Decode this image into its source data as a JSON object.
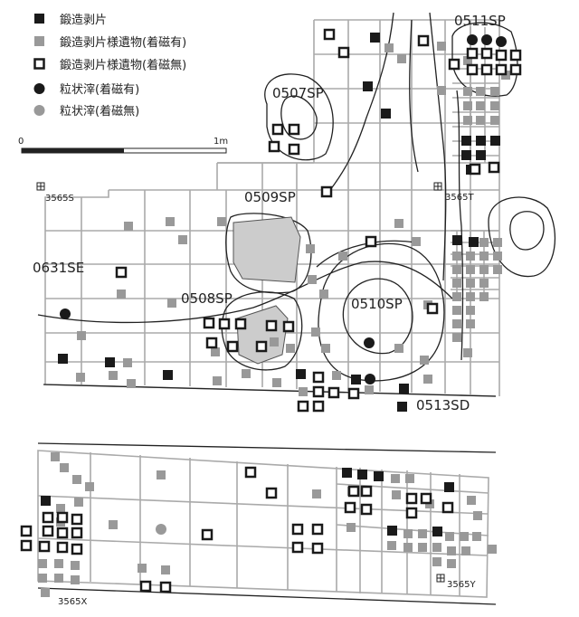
{
  "legend": {
    "items": [
      {
        "key": "black-square",
        "label": "鍛造剥片"
      },
      {
        "key": "gray-square",
        "label": "鍛造剥片様遺物(着磁有)"
      },
      {
        "key": "hollow-square",
        "label": "鍛造剥片様遺物(着磁無)"
      },
      {
        "key": "black-circle",
        "label": "粒状滓(着磁有)"
      },
      {
        "key": "gray-circle",
        "label": "粒状滓(着磁無)"
      }
    ],
    "scale": {
      "start": "0",
      "end": "1m"
    }
  },
  "features": {
    "sp0511": "0511SP",
    "sp0507": "0507SP",
    "sp0509": "0509SP",
    "se0631": "0631SE",
    "sp0508": "0508SP",
    "sp0510": "0510SP",
    "sd0513": "0513SD"
  },
  "points": {
    "s3565": "3565S",
    "t3565": "3565T",
    "x3565": "3565X",
    "y3565": "3565Y"
  },
  "colors": {
    "black": "#1a1a1a",
    "gray": "#999999",
    "grid": "#aaaaaa",
    "fill_pit": "#cccccc",
    "line": "#222222"
  }
}
